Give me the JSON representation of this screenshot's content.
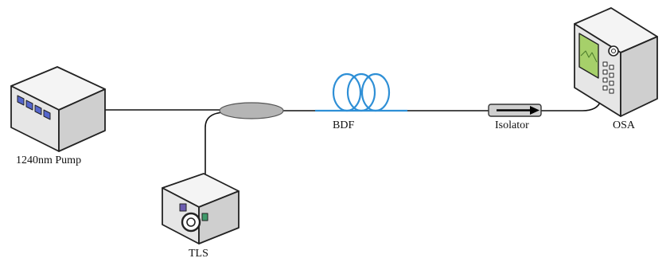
{
  "labels": {
    "pump": "1240nm Pump",
    "tls": "TLS",
    "bdf": "BDF",
    "isolator": "Isolator",
    "osa": "OSA"
  },
  "colors": {
    "fiber_coil": "#2e8fd6",
    "fiber_line": "#111111",
    "coupler": "#b5b5b5",
    "device_body": "#eeeeee",
    "device_dark": "#333333",
    "pump_buttons": "#5566cc",
    "osa_screen": "#a6d06a",
    "tls_purple": "#6b5bb0",
    "tls_green": "#3f9a6a"
  },
  "icons": {
    "pump": "pump-laser-icon",
    "tls": "tunable-laser-source-icon",
    "osa": "optical-spectrum-analyzer-icon",
    "isolator": "isolator-arrow-icon",
    "coupler": "coupler-icon",
    "bdf": "fiber-coil-icon"
  }
}
